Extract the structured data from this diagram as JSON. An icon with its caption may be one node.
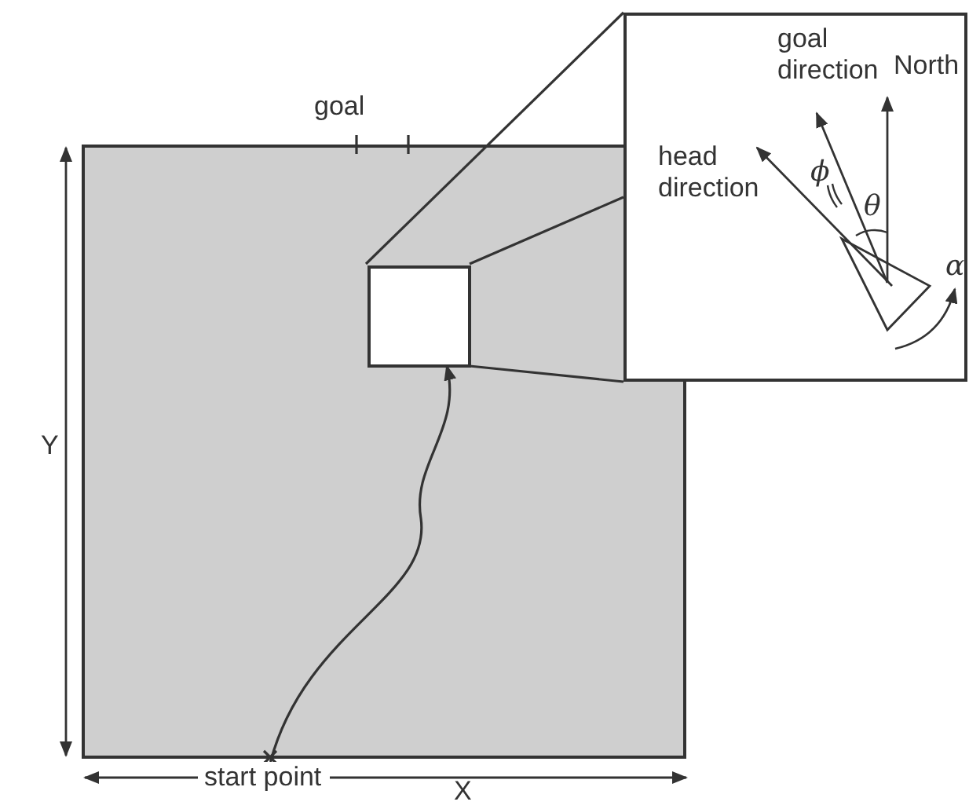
{
  "diagram": {
    "nodes": [
      {
        "text": [],
        "shape": "box"
      },
      {
        "text": [],
        "shape": "box",
        "in": 0
      },
      {
        "text": [
          "goal direction",
          "North",
          "head direction",
          "ϕ",
          "θ",
          "α"
        ]
      },
      {
        "text": [
          "start point"
        ]
      }
    ],
    "edges": [
      {
        "from": 3,
        "to": 1,
        "arrow": "to"
      },
      {
        "from": 1,
        "to": 2,
        "arrow": "none"
      },
      {
        "from": 1,
        "to": 2,
        "arrow": "none"
      },
      {
        "from": 1,
        "to": 2,
        "arrow": "none"
      }
    ],
    "labels": [
      "goal",
      "Y",
      "X"
    ]
  }
}
